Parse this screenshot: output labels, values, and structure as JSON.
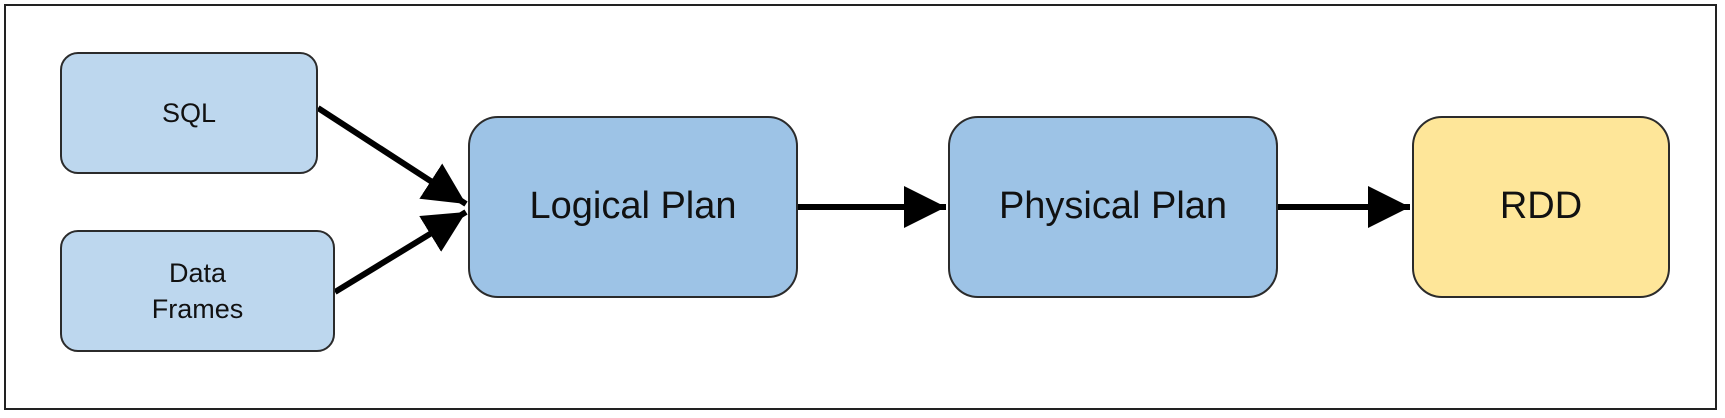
{
  "diagram": {
    "colors": {
      "input_fill": "#bdd7ee",
      "plan_fill": "#9dc3e6",
      "output_fill": "#fee699",
      "border": "#2b2b2b",
      "arrow": "#000000"
    },
    "nodes": [
      {
        "id": "sql",
        "label": "SQL",
        "kind": "input"
      },
      {
        "id": "dataframes",
        "label": "Data\nFrames",
        "kind": "input"
      },
      {
        "id": "logical",
        "label": "Logical Plan",
        "kind": "plan"
      },
      {
        "id": "physical",
        "label": "Physical Plan",
        "kind": "plan"
      },
      {
        "id": "rdd",
        "label": "RDD",
        "kind": "output"
      }
    ],
    "edges": [
      {
        "from": "sql",
        "to": "logical"
      },
      {
        "from": "dataframes",
        "to": "logical"
      },
      {
        "from": "logical",
        "to": "physical"
      },
      {
        "from": "physical",
        "to": "rdd"
      }
    ]
  }
}
